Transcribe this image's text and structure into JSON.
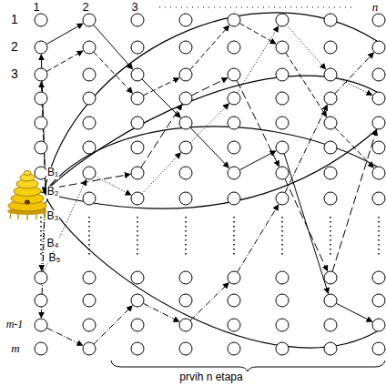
{
  "diagram": {
    "labels": [
      "1",
      "2",
      "3",
      "n",
      "1",
      "2",
      "3",
      "m-1",
      "m",
      "B₁",
      "B₂",
      "B₃",
      "B₄",
      "B₅",
      "prvih n etapa"
    ]
  }
}
